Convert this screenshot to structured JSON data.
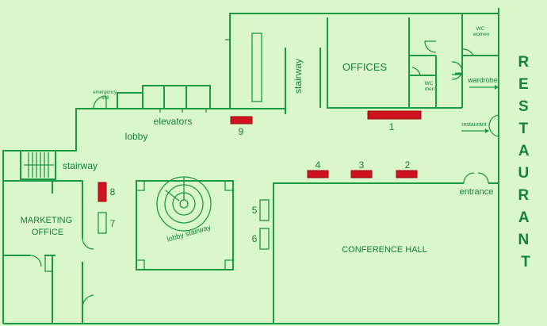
{
  "labels": {
    "offices": "OFFICES",
    "stairway_top": "stairway",
    "wc_women": "WC\nwomen",
    "wc_men": "WC\nmen",
    "wardrobe": "wardrobe",
    "restaurant_door": "restaurant",
    "restaurant_vertical": "RESTAURANT",
    "emergency_exit": "emergency\nexit",
    "elevators": "elevators",
    "lobby": "lobby",
    "stairway_left": "stairway",
    "marketing_office": "MARKETING\nOFFICE",
    "lobby_stairway": "lobby stairway",
    "conference_hall": "CONFERENCE HALL",
    "entrance": "entrance"
  },
  "booths": [
    {
      "id": "1",
      "color": "#d0121e"
    },
    {
      "id": "2",
      "color": "#d0121e"
    },
    {
      "id": "3",
      "color": "#d0121e"
    },
    {
      "id": "4",
      "color": "#d0121e"
    },
    {
      "id": "5",
      "color": "#d9f7c8"
    },
    {
      "id": "6",
      "color": "#d9f7c8"
    },
    {
      "id": "7",
      "color": "#d9f7c8"
    },
    {
      "id": "8",
      "color": "#d0121e"
    },
    {
      "id": "9",
      "color": "#d0121e"
    }
  ],
  "colors": {
    "wall": "#1a9a42",
    "text": "#14823a",
    "background": "#d9f7c8",
    "booth_highlight": "#d0121e"
  }
}
